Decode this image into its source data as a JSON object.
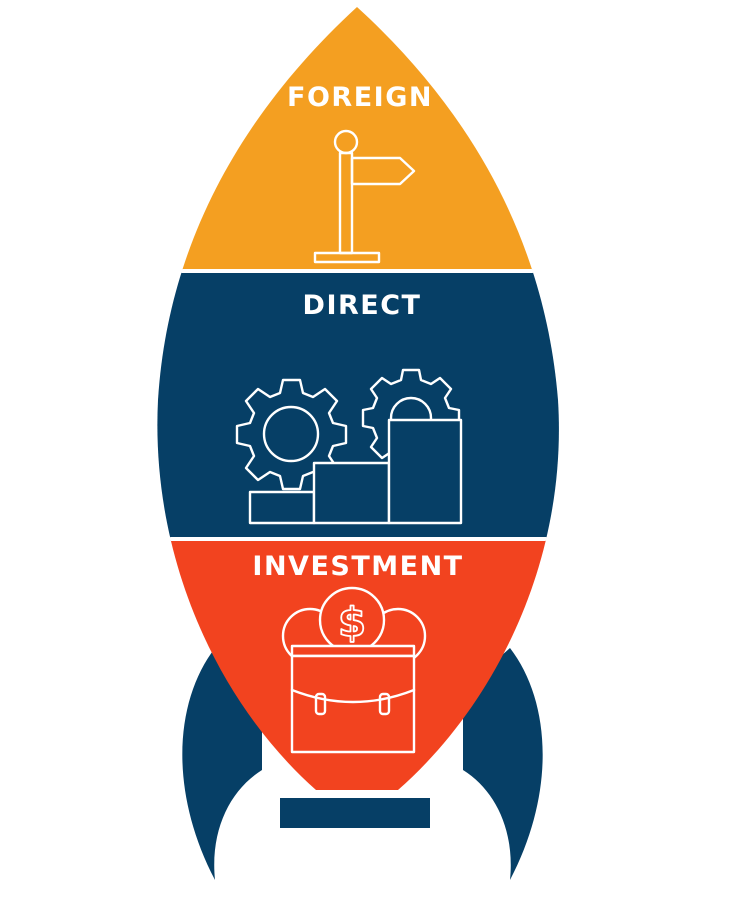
{
  "colors": {
    "orange": "#F49F21",
    "navy": "#063F66",
    "red": "#F2431F",
    "line": "#ffffff",
    "background": "#ffffff"
  },
  "sections": [
    {
      "label": "FOREIGN",
      "icon": "signpost-icon"
    },
    {
      "label": "DIRECT",
      "icon": "gears-and-boxes-icon"
    },
    {
      "label": "INVESTMENT",
      "icon": "briefcase-with-coins-icon"
    }
  ]
}
